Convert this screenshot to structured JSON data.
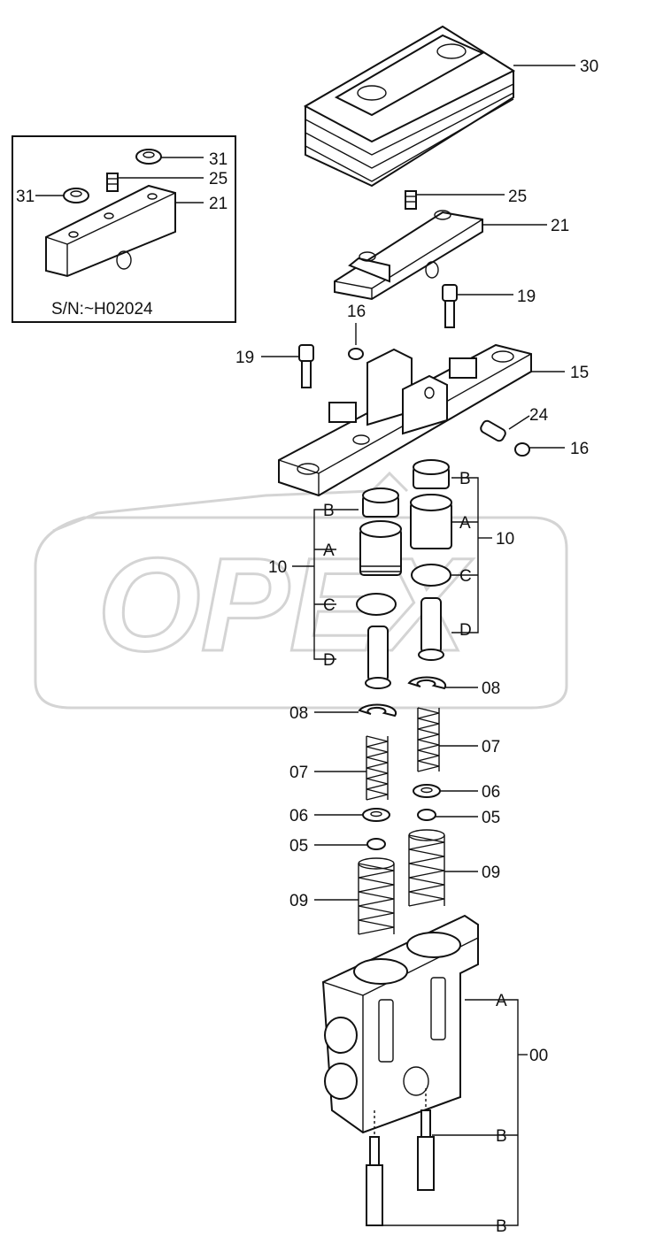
{
  "inset": {
    "serial_note": "S/N:~H02024",
    "callouts": [
      "31",
      "31",
      "25",
      "21"
    ]
  },
  "watermark": {
    "text": "OPEX"
  },
  "callouts": {
    "c30": "30",
    "c25": "25",
    "c21": "21",
    "c19a": "19",
    "c16a": "16",
    "c19b": "19",
    "c15": "15",
    "c24": "24",
    "c16b": "16",
    "c10a": "10",
    "c10b": "10",
    "bR": "B",
    "aR": "A",
    "cR": "C",
    "dR": "D",
    "bL": "B",
    "aL": "A",
    "cL": "C",
    "dL": "D",
    "c08a": "08",
    "c08b": "08",
    "c07a": "07",
    "c07b": "07",
    "c06a": "06",
    "c06b": "06",
    "c05a": "05",
    "c05b": "05",
    "c09a": "09",
    "c09b": "09",
    "bodyA": "A",
    "c00": "00",
    "bodyB1": "B",
    "bodyB2": "B"
  }
}
